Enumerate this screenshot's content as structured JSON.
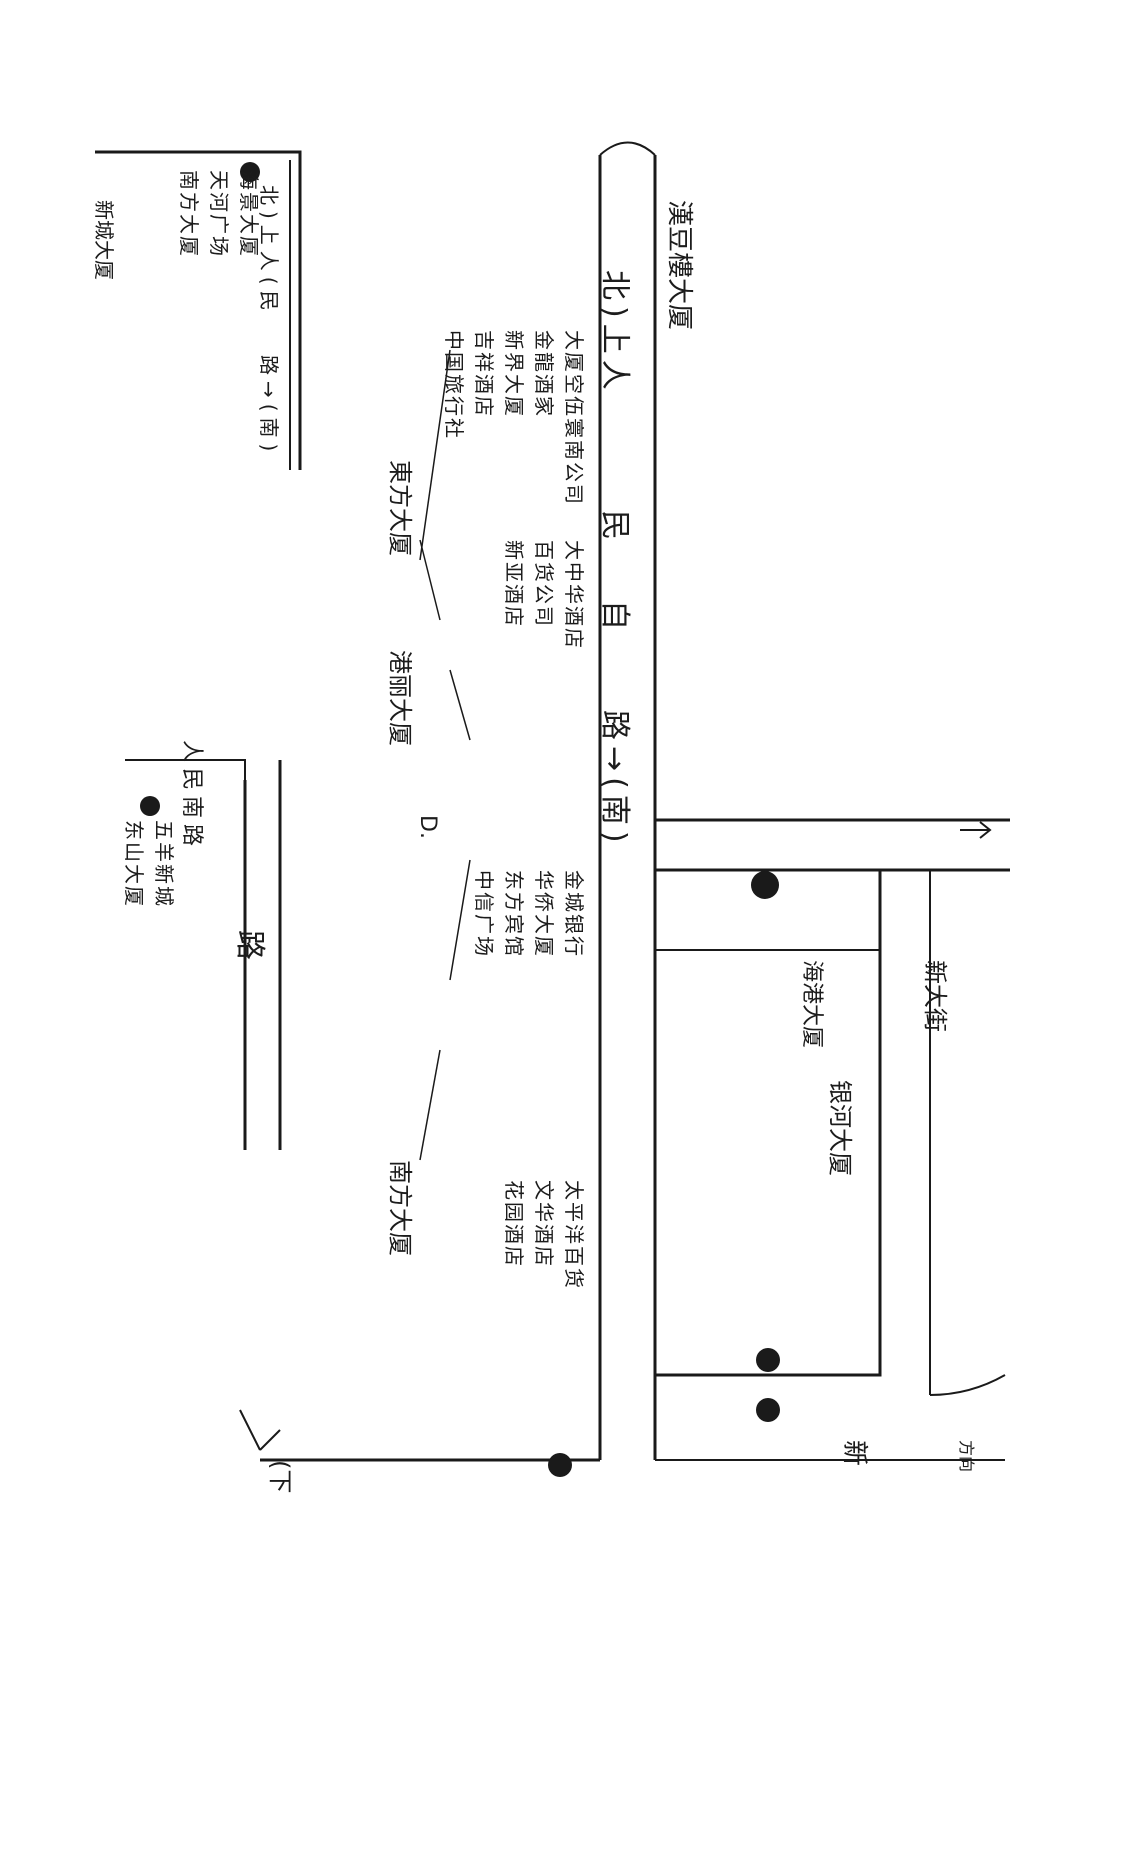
{
  "colors": {
    "ink": "#1a1a1a",
    "paper": "#ffffff"
  },
  "map": {
    "streets": {
      "main_street_part_a": "北)上人",
      "main_street_part_b": "民",
      "main_street_part_c": "路→(南)",
      "main_street_mark": "自",
      "cross_street_top": "北)上人(民",
      "cross_street_top_end": "路→(南)",
      "right_side_street": "人民南路",
      "right_side_street_suffix": "路"
    },
    "landmarks": {
      "top_left_corner": "漢豆樓大厦",
      "road_d": "D.",
      "lower_arrow": "(下",
      "bottom_right_note": "方向",
      "far_right_label": "新大街",
      "bottom_corner": "新"
    },
    "shop_columns": [
      "大厦空伍寰南公司",
      "金龍酒家",
      "新界大厦",
      "吉祥酒店",
      "中国旅行社",
      "大中华酒店",
      "百货公司",
      "新亚酒店",
      "金城银行",
      "华侨大厦",
      "东方宾馆",
      "中信广场",
      "太平洋百货",
      "文华酒店",
      "花园酒店",
      "海景大厦",
      "天河广场",
      "南方大厦",
      "五羊新城",
      "东山大厦"
    ],
    "annotations": [
      "東方大厦",
      "港丽大厦",
      "南方大厦",
      "银河大厦",
      "海港大厦",
      "新城大厦"
    ]
  }
}
